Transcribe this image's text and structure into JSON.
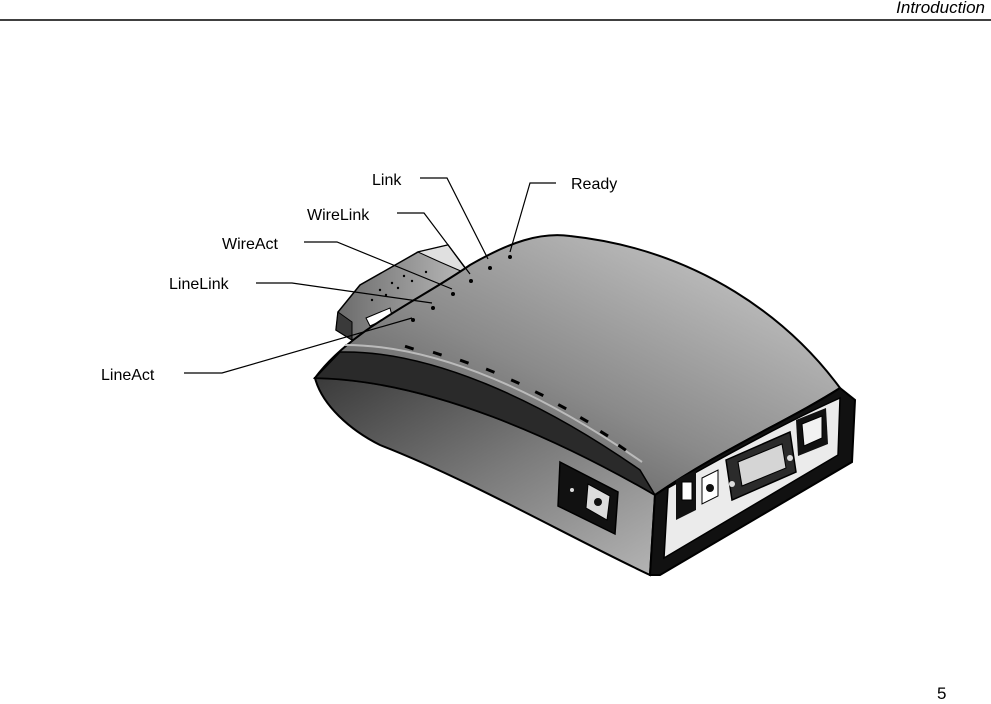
{
  "header": {
    "title": "Introduction"
  },
  "figure": {
    "callouts": {
      "link": "Link",
      "ready": "Ready",
      "wirelink": "WireLink",
      "wireact": "WireAct",
      "linelink": "LineLink",
      "lineact": "LineAct"
    }
  },
  "footer": {
    "page_number": "5"
  }
}
